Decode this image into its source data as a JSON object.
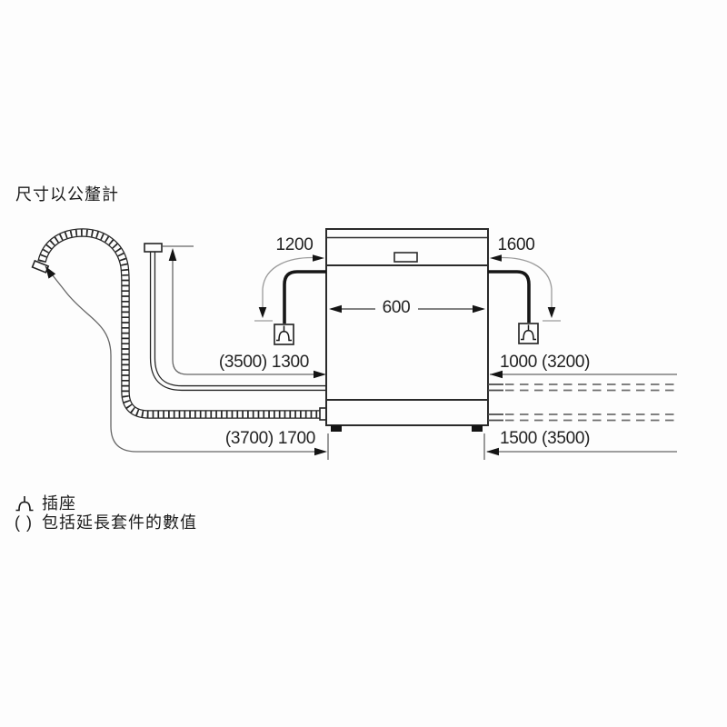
{
  "title": "尺寸以公釐計",
  "diagram": {
    "appliance": "dishwasher-front-view",
    "labels": {
      "appliance_width": "600",
      "power_cord_left": "1200",
      "power_cord_right": "1600",
      "supply_hose_left": "(3500) 1300",
      "drain_hose_left": "(3700) 1700",
      "supply_line_right": "1000 (3200)",
      "drain_line_right": "1500 (3500)"
    }
  },
  "legend": {
    "socket_label": "插座",
    "paren_symbol": "( )",
    "paren_note": "包括延長套件的數值"
  },
  "colors": {
    "background": "#fdfdfd",
    "outline": "#2b2b2b",
    "dim_line": "#666666",
    "curve_arrow": "#9b9b9b",
    "arrowhead": "#141414",
    "dashed_line": "#6e6e6e"
  }
}
